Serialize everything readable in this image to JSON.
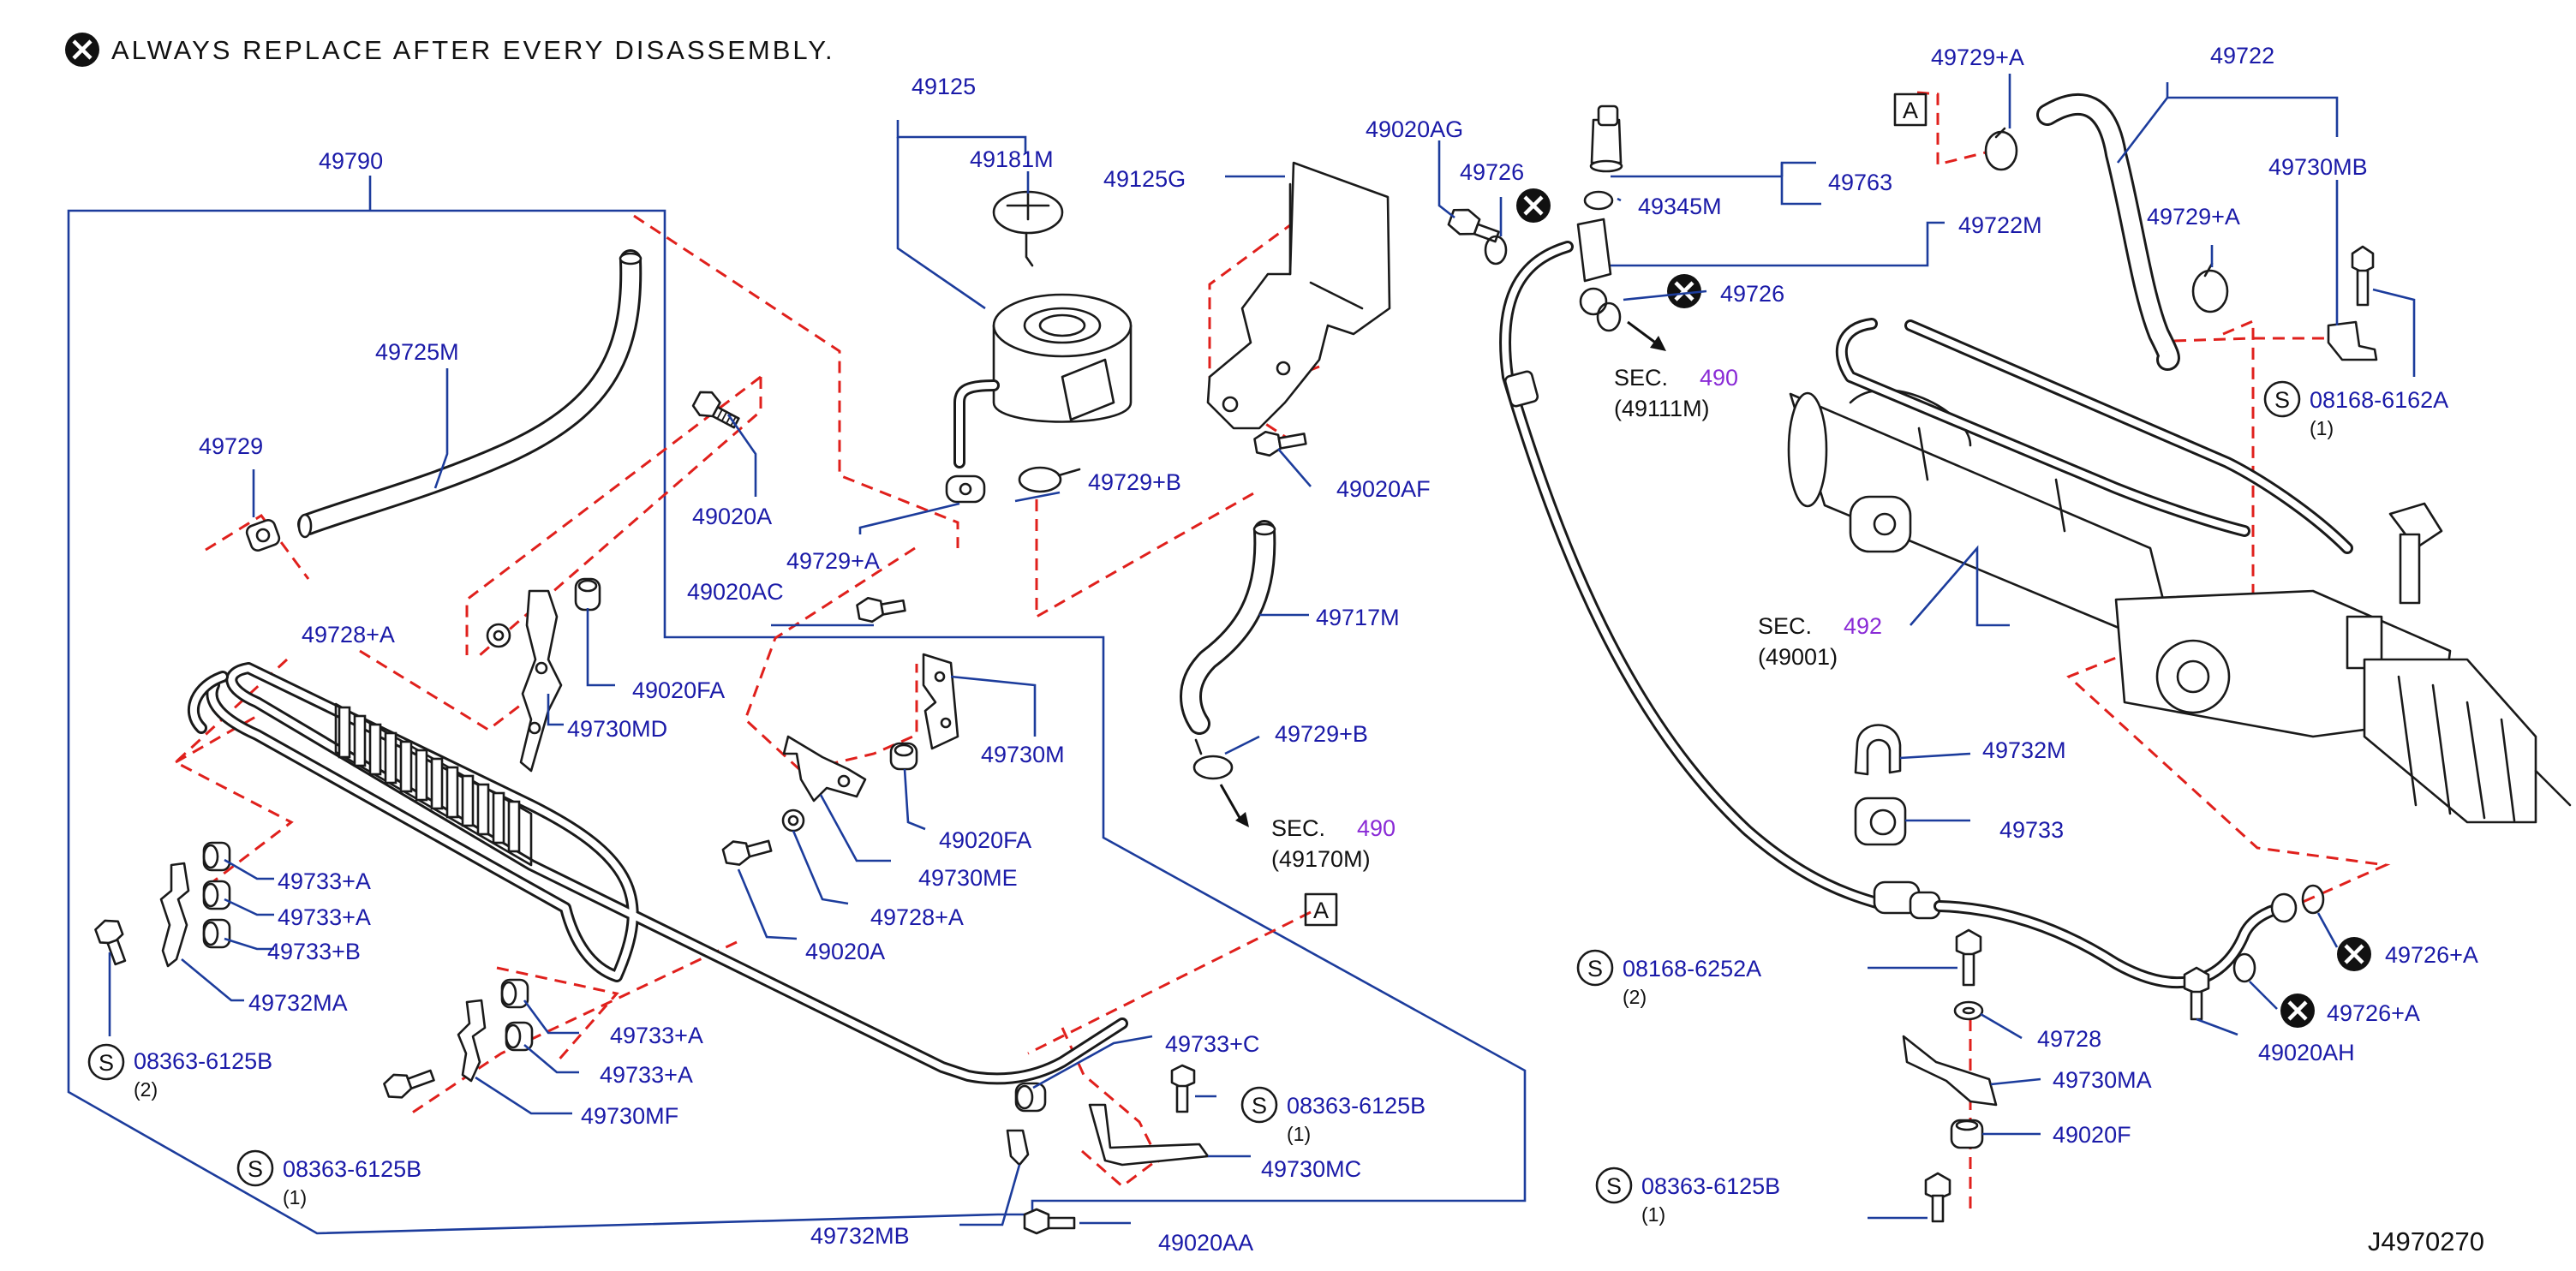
{
  "header": {
    "note": "ALWAYS  REPLACE  AFTER  EVERY  DISASSEMBLY."
  },
  "labels": {
    "p49790": "49790",
    "p49725M": "49725M",
    "p49729": "49729",
    "p49728A_top": "49728+A",
    "p49020A_top": "49020A",
    "p49020FA_top": "49020FA",
    "p49730MD": "49730MD",
    "p49733A_1": "49733+A",
    "p49733A_2": "49733+A",
    "p49733B": "49733+B",
    "p49732MA": "49732MA",
    "p49733A_3": "49733+A",
    "p49733A_4": "49733+A",
    "p49730MF": "49730MF",
    "p49125": "49125",
    "p49181M": "49181M",
    "p49125G": "49125G",
    "p49729B_top": "49729+B",
    "p49729A_mid": "49729+A",
    "p49020AC": "49020AC",
    "p49730M": "49730M",
    "p49020FA_mid": "49020FA",
    "p49730ME": "49730ME",
    "p49728A_mid": "49728+A",
    "p49020A_mid": "49020A",
    "p49020AF": "49020AF",
    "p49717M": "49717M",
    "p49729B_mid": "49729+B",
    "p49733C": "49733+C",
    "p49730MC": "49730MC",
    "p49732MB": "49732MB",
    "p49020AA": "49020AA",
    "p49020AG": "49020AG",
    "p49726_top": "49726",
    "p49345M": "49345M",
    "p49763": "49763",
    "p49726_side": "49726",
    "p49722M": "49722M",
    "p49729A_top": "49729+A",
    "p49722": "49722",
    "p49730MB": "49730MB",
    "p49729A_right": "49729+A",
    "p49732M": "49732M",
    "p49733": "49733",
    "p49726A_1": "49726+A",
    "p49726A_2": "49726+A",
    "p49728": "49728",
    "p49730MA": "49730MA",
    "p49020F": "49020F",
    "p49020AH": "49020AH"
  },
  "bolts": [
    {
      "code": "S",
      "part": "08363-6125B",
      "qty": "(2)"
    },
    {
      "code": "S",
      "part": "08363-6125B",
      "qty": "(1)"
    },
    {
      "code": "S",
      "part": "08363-6125B",
      "qty": "(1)"
    },
    {
      "code": "S",
      "part": "08168-6252A",
      "qty": "(2)"
    },
    {
      "code": "S",
      "part": "08363-6125B",
      "qty": "(1)"
    },
    {
      "code": "S",
      "part": "08168-6162A",
      "qty": "(1)"
    }
  ],
  "sections": [
    {
      "prefix": "SEC.",
      "num": "490",
      "ref": "(49111M)"
    },
    {
      "prefix": "SEC.",
      "num": "490",
      "ref": "(49170M)"
    },
    {
      "prefix": "SEC.",
      "num": "492",
      "ref": "(49001)"
    }
  ],
  "refs": {
    "a1": "A",
    "a2": "A"
  },
  "footer": {
    "code": "J4970270"
  },
  "colors": {
    "labels": "#1a1aa8",
    "leaders": "#1c3c9c",
    "dashed": "#e0201c",
    "section_num": "#8a2bd6",
    "parts": "#1a1a1a"
  }
}
